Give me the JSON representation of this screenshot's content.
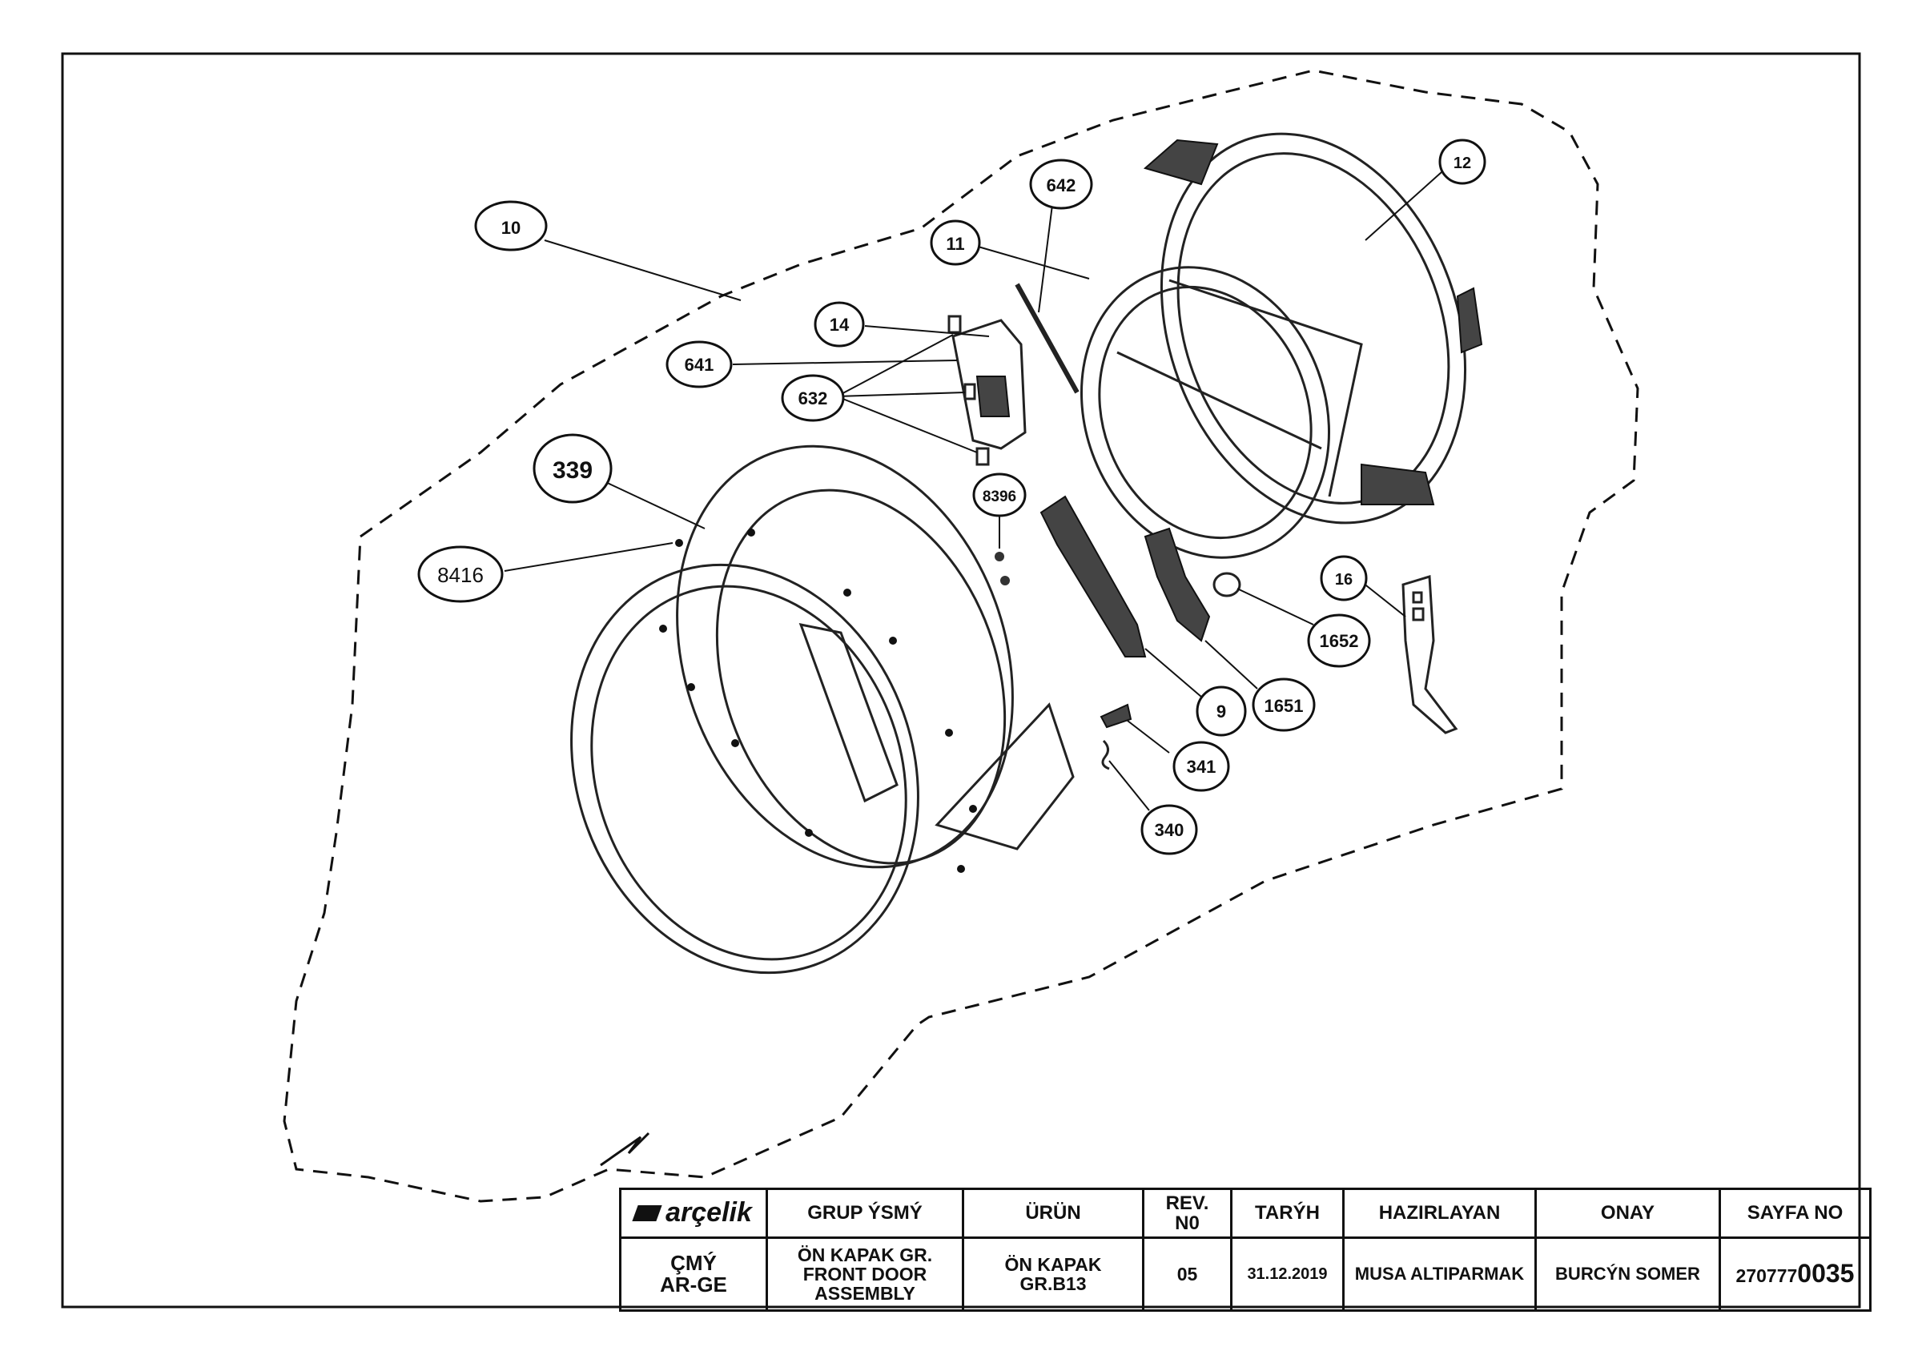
{
  "callouts": {
    "c10": "10",
    "c11": "11",
    "c12": "12",
    "c14": "14",
    "c16": "16",
    "c641": "641",
    "c642": "642",
    "c632": "632",
    "c339": "339",
    "c8416": "8416",
    "c8396": "8396",
    "c1652": "1652",
    "c1651": "1651",
    "c9": "9",
    "c341": "341",
    "c340": "340"
  },
  "title_block": {
    "logo_text": "arçelik",
    "headers": {
      "group_name": "GRUP ÝSMÝ",
      "product": "ÜRÜN",
      "rev_no": "REV.\nN0",
      "date": "TARÝH",
      "prepared_by": "HAZIRLAYAN",
      "approval": "ONAY",
      "sheet_no": "SAYFA NO"
    },
    "values": {
      "department": "ÇMÝ\nAR-GE",
      "group_name": "ÖN KAPAK GR.\nFRONT DOOR\nASSEMBLY",
      "product": "ÖN KAPAK\nGR.B13",
      "rev_no": "05",
      "date": "31.12.2019",
      "prepared_by": "MUSA ALTIPARMAK",
      "approval": "BURCÝN SOMER",
      "sheet_no_prefix": "270777",
      "sheet_no_suffix": "0035"
    }
  }
}
